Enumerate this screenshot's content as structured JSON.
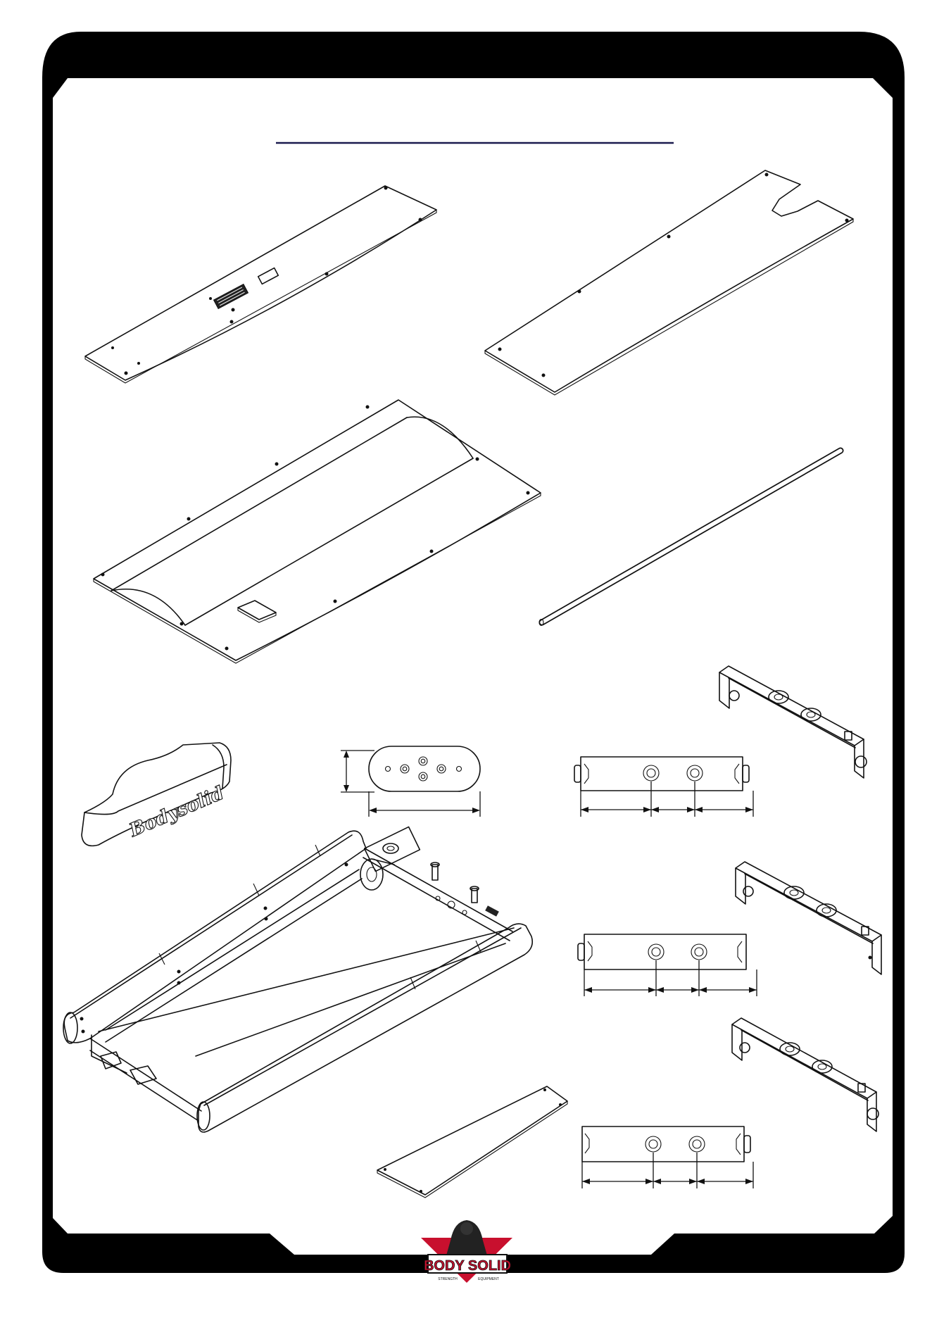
{
  "frame": {
    "border_color": "#000000",
    "title_rule_color": "#1a1a4e"
  },
  "logo": {
    "wordmark": "BODY SOLID",
    "tagline_left": "STRENGTH",
    "tagline_right": "EQUIPMENT",
    "accent_color": "#c8102e"
  },
  "parts": {
    "cap": {
      "script": "Bodysolid"
    }
  }
}
